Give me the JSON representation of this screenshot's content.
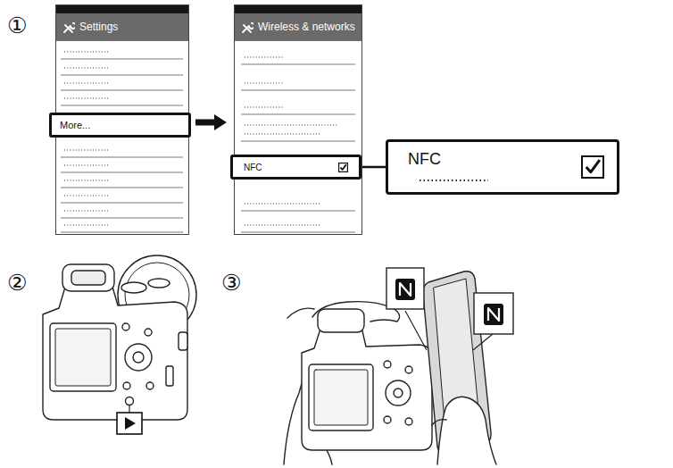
{
  "diagram": {
    "nodes": [
      {
        "text": [
          "Settings"
        ]
      },
      {
        "text": [
          "More..."
        ],
        "in": 0
      },
      {
        "text": [
          "Wireless & networks"
        ]
      },
      {
        "text": [
          "NFC"
        ],
        "in": 2
      },
      {
        "text": [
          "NFC"
        ]
      }
    ],
    "edges": [
      {
        "from": 1,
        "to": 2,
        "arrow": "to"
      },
      {
        "from": 3,
        "to": 4,
        "arrow": "none"
      }
    ],
    "labels": [
      "①",
      "②",
      "③"
    ]
  }
}
